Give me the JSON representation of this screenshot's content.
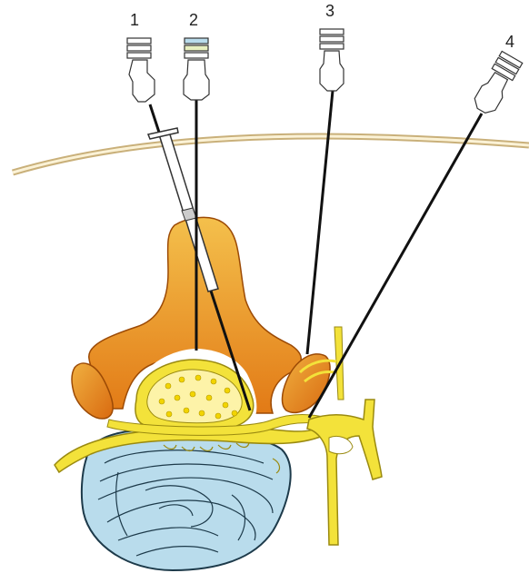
{
  "figure": {
    "needle_labels": [
      "1",
      "2",
      "3",
      "4"
    ]
  },
  "colors": {
    "bone_light": "#f5c24a",
    "bone_dark": "#e07a17",
    "nerve_yellow": "#f3e23a",
    "nerve_edge": "#9a8a10",
    "dura_fill": "#fdf3a8",
    "disc_blue": "#b9dcec",
    "skin_line": "#c9b07a",
    "needle": "#111111"
  }
}
